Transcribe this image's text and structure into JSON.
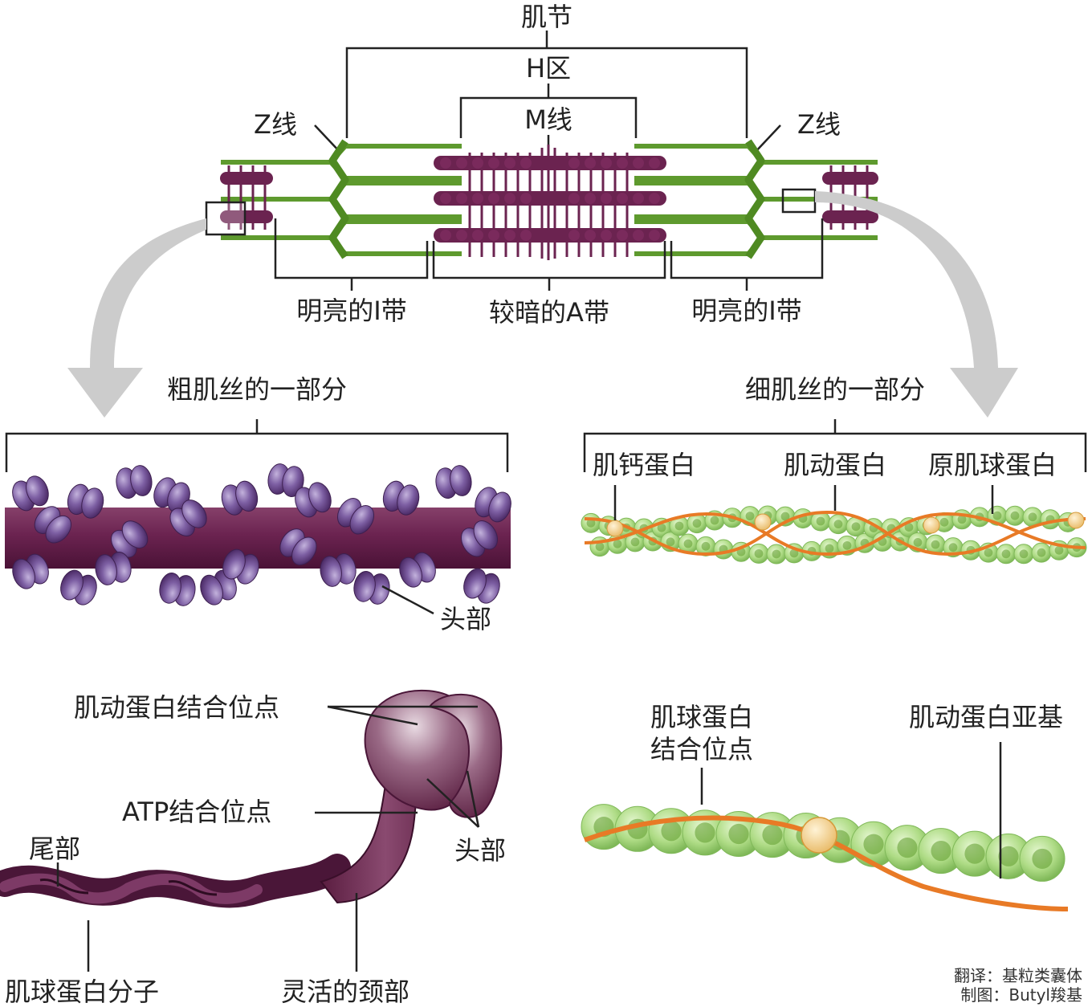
{
  "sarcomere": {
    "title": "肌节",
    "h_zone": "H区",
    "m_line": "M线",
    "z_line_left": "Z线",
    "z_line_right": "Z线",
    "i_band_left": "明亮的I带",
    "a_band": "较暗的A带",
    "i_band_right": "明亮的I带"
  },
  "thick_filament": {
    "title": "粗肌丝的一部分",
    "head_label": "头部"
  },
  "thin_filament": {
    "title": "细肌丝的一部分",
    "troponin": "肌钙蛋白",
    "actin": "肌动蛋白",
    "tropomyosin": "原肌球蛋白"
  },
  "myosin_molecule": {
    "actin_binding_site": "肌动蛋白结合位点",
    "atp_binding_site": "ATP结合位点",
    "tail": "尾部",
    "head": "头部",
    "myosin_molecule": "肌球蛋白分子",
    "flexible_neck": "灵活的颈部"
  },
  "actin_detail": {
    "myosin_binding_site_line1": "肌球蛋白",
    "myosin_binding_site_line2": "结合位点",
    "actin_subunit": "肌动蛋白亚基"
  },
  "credits": {
    "translator": "翻译：基粒类囊体",
    "illustrator": "制图：Butyl羧基"
  },
  "colors": {
    "thick_filament": "#6b2350",
    "myosin_head": "#7a5a9e",
    "thin_filament": "#5e9a2e",
    "actin_bead": "#a9d87e",
    "tropomyosin": "#e87a26",
    "troponin": "#f3cf86",
    "arrow": "#cccccc"
  }
}
